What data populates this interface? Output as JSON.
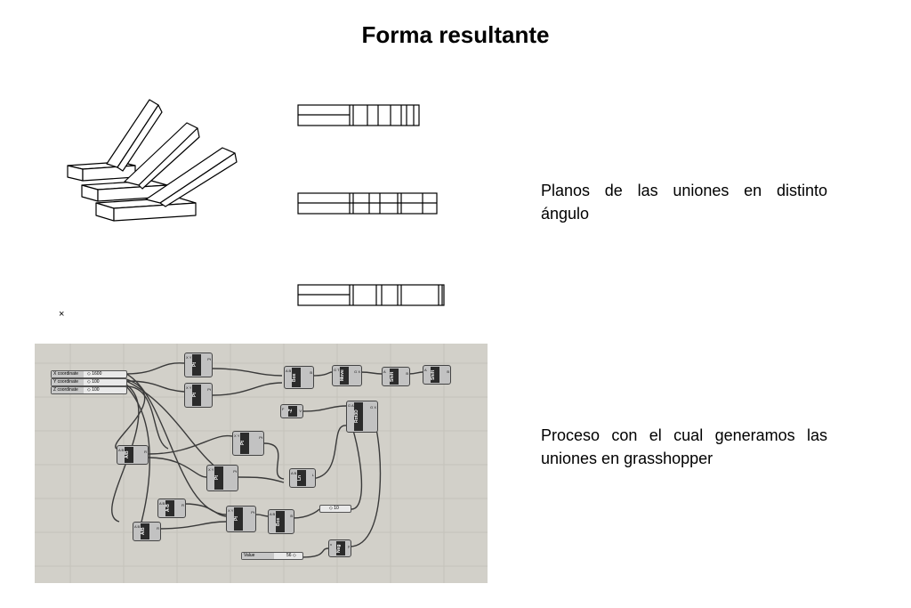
{
  "slide": {
    "title": "Forma resultante",
    "caption_planes": "Planos de las uniones en distinto ángulo",
    "caption_process": "Proceso con el cual generamos las uniones en grasshopper",
    "marker": "×"
  },
  "grasshopper": {
    "sliders": [
      {
        "label": "X coordinate",
        "value": "◇ 1600"
      },
      {
        "label": "Y coordinate",
        "value": "◇ 100"
      },
      {
        "label": "Z coordinate",
        "value": "◇ 100"
      }
    ],
    "value_slider": {
      "label": "Value",
      "value": "56 ◇"
    },
    "panel_value": "◇ 10",
    "nodes": [
      {
        "name": "Pt",
        "ins": "X Y Z",
        "outs": "Pt"
      },
      {
        "name": "Pt",
        "ins": "X Y Z",
        "outs": "Pt"
      },
      {
        "name": "Box",
        "ins": "A B",
        "outs": "B"
      },
      {
        "name": "Move",
        "ins": "G T",
        "outs": "G X"
      },
      {
        "name": "Shift",
        "ins": "A",
        "outs": "B"
      },
      {
        "name": "Shift",
        "ins": "A",
        "outs": "B"
      },
      {
        "name": "-Z",
        "ins": "F",
        "outs": "V"
      },
      {
        "name": "Rot3D",
        "ins": "G A C X",
        "outs": "G X"
      },
      {
        "name": "A/B",
        "ins": "A B",
        "outs": "R"
      },
      {
        "name": "Pt",
        "ins": "X Y Z",
        "outs": "Pt"
      },
      {
        "name": "Pt",
        "ins": "X Y Z",
        "outs": "Pt"
      },
      {
        "name": "Ln",
        "ins": "A B",
        "outs": "L"
      },
      {
        "name": "A-B",
        "ins": "A B",
        "outs": "R"
      },
      {
        "name": "Pt",
        "ins": "X Y Z",
        "outs": "Pt"
      },
      {
        "name": "Box",
        "ins": "A B",
        "outs": "B"
      },
      {
        "name": "A/B",
        "ins": "A B",
        "outs": "R"
      },
      {
        "name": "Neg",
        "ins": "x",
        "outs": "y"
      }
    ]
  }
}
